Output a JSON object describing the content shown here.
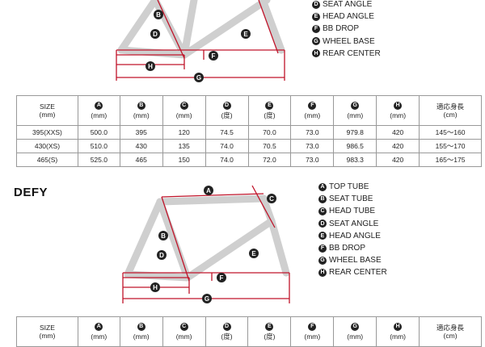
{
  "legend_top": [
    {
      "letter": "D",
      "label": "SEAT ANGLE"
    },
    {
      "letter": "E",
      "label": "HEAD ANGLE"
    },
    {
      "letter": "F",
      "label": "BB DROP"
    },
    {
      "letter": "G",
      "label": "WHEEL BASE"
    },
    {
      "letter": "H",
      "label": "REAR CENTER"
    }
  ],
  "table_top": {
    "headers": [
      {
        "letter": "",
        "line1": "SIZE",
        "line2": "(mm)"
      },
      {
        "letter": "A",
        "line1": "",
        "line2": "(mm)"
      },
      {
        "letter": "B",
        "line1": "",
        "line2": "(mm)"
      },
      {
        "letter": "C",
        "line1": "",
        "line2": "(mm)"
      },
      {
        "letter": "D",
        "line1": "",
        "line2": "(度)"
      },
      {
        "letter": "E",
        "line1": "",
        "line2": "(度)"
      },
      {
        "letter": "F",
        "line1": "",
        "line2": "(mm)"
      },
      {
        "letter": "G",
        "line1": "",
        "line2": "(mm)"
      },
      {
        "letter": "H",
        "line1": "",
        "line2": "(mm)"
      },
      {
        "letter": "",
        "line1": "適応身長",
        "line2": "(cm)"
      }
    ],
    "rows": [
      [
        "395(XXS)",
        "500.0",
        "395",
        "120",
        "74.5",
        "70.0",
        "73.0",
        "979.8",
        "420",
        "145～160"
      ],
      [
        "430(XS)",
        "510.0",
        "430",
        "135",
        "74.0",
        "70.5",
        "73.0",
        "986.5",
        "420",
        "155～170"
      ],
      [
        "465(S)",
        "525.0",
        "465",
        "150",
        "74.0",
        "72.0",
        "73.0",
        "983.3",
        "420",
        "165～175"
      ]
    ]
  },
  "section_title": "DEFY",
  "legend_defy": [
    {
      "letter": "A",
      "label": "TOP TUBE"
    },
    {
      "letter": "B",
      "label": "SEAT TUBE"
    },
    {
      "letter": "C",
      "label": "HEAD TUBE"
    },
    {
      "letter": "D",
      "label": "SEAT ANGLE"
    },
    {
      "letter": "E",
      "label": "HEAD ANGLE"
    },
    {
      "letter": "F",
      "label": "BB DROP"
    },
    {
      "letter": "G",
      "label": "WHEEL BASE"
    },
    {
      "letter": "H",
      "label": "REAR CENTER"
    }
  ],
  "table_bottom": {
    "headers": [
      {
        "letter": "",
        "line1": "SIZE",
        "line2": "(mm)"
      },
      {
        "letter": "A",
        "line1": "",
        "line2": "(mm)"
      },
      {
        "letter": "B",
        "line1": "",
        "line2": "(mm)"
      },
      {
        "letter": "C",
        "line1": "",
        "line2": "(mm)"
      },
      {
        "letter": "D",
        "line1": "",
        "line2": "(度)"
      },
      {
        "letter": "E",
        "line1": "",
        "line2": "(度)"
      },
      {
        "letter": "F",
        "line1": "",
        "line2": "(mm)"
      },
      {
        "letter": "G",
        "line1": "",
        "line2": "(mm)"
      },
      {
        "letter": "H",
        "line1": "",
        "line2": "(mm)"
      },
      {
        "letter": "",
        "line1": "適応身長",
        "line2": "(cm)"
      }
    ]
  },
  "diagram_labels": {
    "a": "A",
    "b": "B",
    "c": "C",
    "d": "D",
    "e": "E",
    "f": "F",
    "g": "G",
    "h": "H"
  }
}
